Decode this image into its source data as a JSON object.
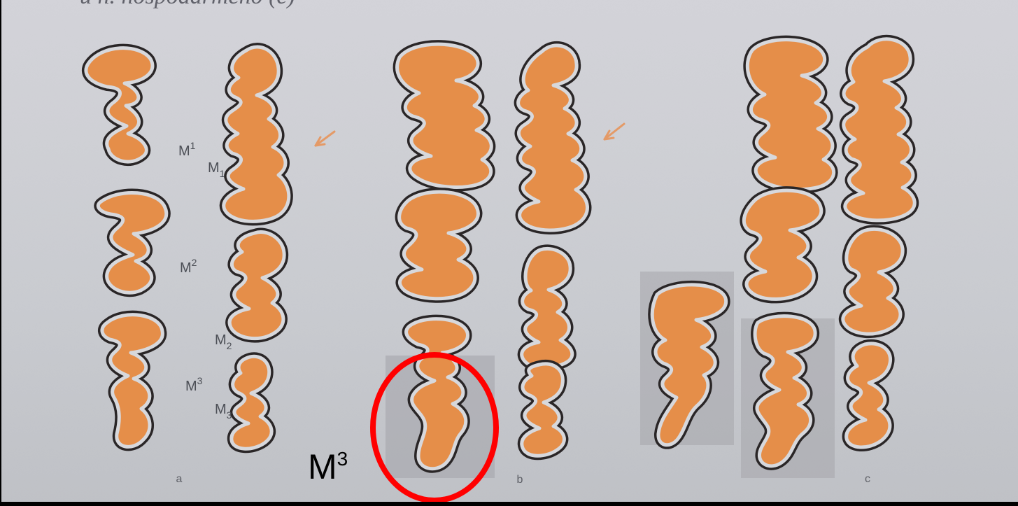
{
  "header_text": "u n. hospodarmeno (c)",
  "labels": {
    "m1_upper": {
      "base": "M",
      "sup": "1"
    },
    "m1_lower": {
      "base": "M",
      "sub": "1"
    },
    "m2_upper": {
      "base": "M",
      "sup": "2"
    },
    "m2_lower": {
      "base": "M",
      "sub": "2"
    },
    "m3_upper": {
      "base": "M",
      "sup": "3"
    },
    "m3_lower": {
      "base": "M",
      "sub": "3"
    },
    "panel_a": "a",
    "panel_b": "b",
    "panel_c": "c"
  },
  "annotation": {
    "base": "M",
    "sup": "3",
    "circle_color": "#ff0000"
  },
  "colors": {
    "tooth_fill": "#e58e49",
    "tooth_outline": "#2a2627",
    "enamel": "#d7d8dc",
    "arrow": "#e49a67",
    "highlight_box": "#a7a7ad"
  }
}
